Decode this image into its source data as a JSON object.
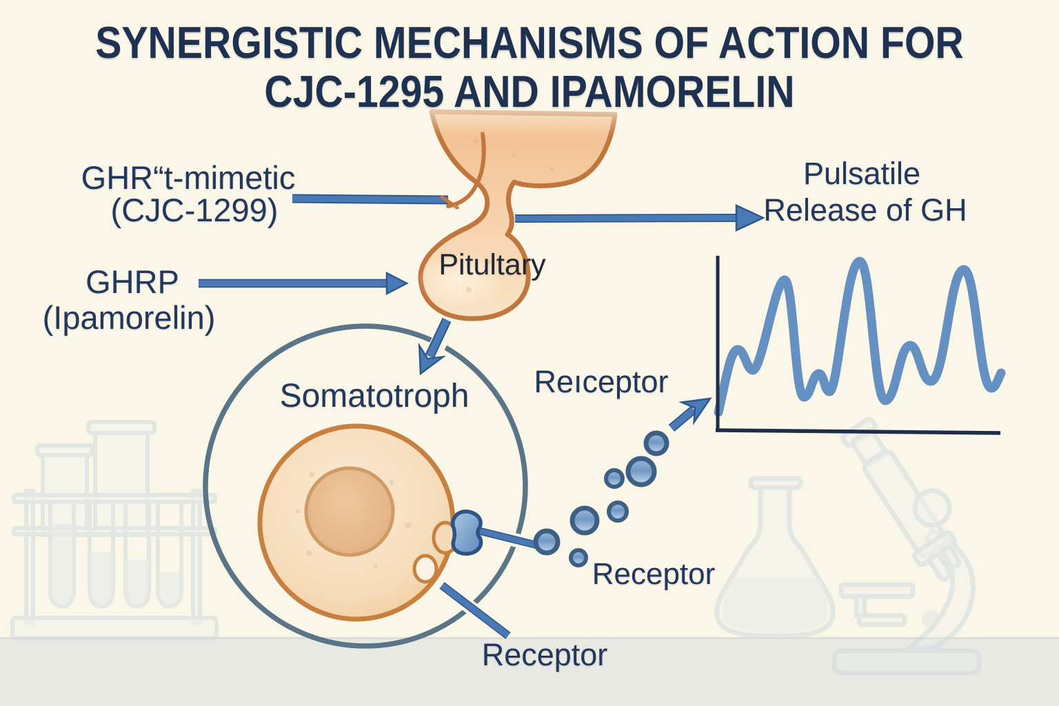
{
  "title": {
    "line1": "SYNERGISTIC MECHANISMS OF ACTION FOR",
    "line2": "CJC-1295 AND IPAMORELIN"
  },
  "labels": {
    "ghrh_line1": "GHR“t-mimetic",
    "ghrh_line2": "(CJC-1299)",
    "ghrp_line1": "GHRP",
    "ghrp_line2": "(Ipamorelin)",
    "pituitary": "Pitultary",
    "pulsatile_line1": "Pulsatile",
    "pulsatile_line2": "Release of GH",
    "somatotroph": "Somatotroph",
    "receptor_upper": "Reıceptor",
    "receptor_middle": "Receptor",
    "receptor_bottom": "Receptor"
  },
  "colors": {
    "background": "#faf6e8",
    "bench": "#e8e9e2",
    "text_navy": "#23375c",
    "title_navy": "#1e3150",
    "arrow_blue": "#4477b2",
    "pulse_line_blue": "#6590c2",
    "vesicle_ring_blue": "#3d5f84",
    "vesicle_fill_blue": "#8fb0d4",
    "cell_membrane_gray": "#5a7488",
    "gland_outline_orange": "#c57a40",
    "gland_fill_peach": "#f6d0a6",
    "faint_equipment_gray": "#d2dbdf"
  },
  "icons": [
    "test-tube-rack-icon",
    "flask-icon",
    "microscope-icon"
  ],
  "chart_data": {
    "type": "line",
    "title": "",
    "xlabel": "",
    "ylabel": "",
    "legend": "none",
    "grid": false,
    "axes_shown": true,
    "tick_labels_shown": false,
    "x_relative": [
      0,
      0.07,
      0.12,
      0.23,
      0.3,
      0.36,
      0.39,
      0.5,
      0.59,
      0.68,
      0.75,
      0.87,
      0.97,
      1.0
    ],
    "y_relative": [
      0.11,
      0.48,
      0.36,
      0.89,
      0.2,
      0.34,
      0.23,
      1.0,
      0.18,
      0.5,
      0.29,
      0.95,
      0.25,
      0.34
    ]
  }
}
